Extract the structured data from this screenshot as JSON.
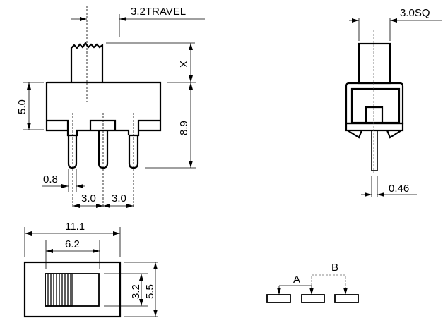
{
  "front_view": {
    "travel": "3.2TRAVEL",
    "x_label": "X",
    "height_total": "8.9",
    "body_height": "5.0",
    "pin_width": "0.8",
    "pitch_1": "3.0",
    "pitch_2": "3.0"
  },
  "side_view": {
    "actuator_square": "3.0SQ",
    "pin_thickness": "0.46"
  },
  "top_view": {
    "length": "11.1",
    "slot_length": "6.2",
    "slot_width": "3.2",
    "width": "5.5"
  },
  "schematic": {
    "position_a": "A",
    "position_b": "B"
  }
}
